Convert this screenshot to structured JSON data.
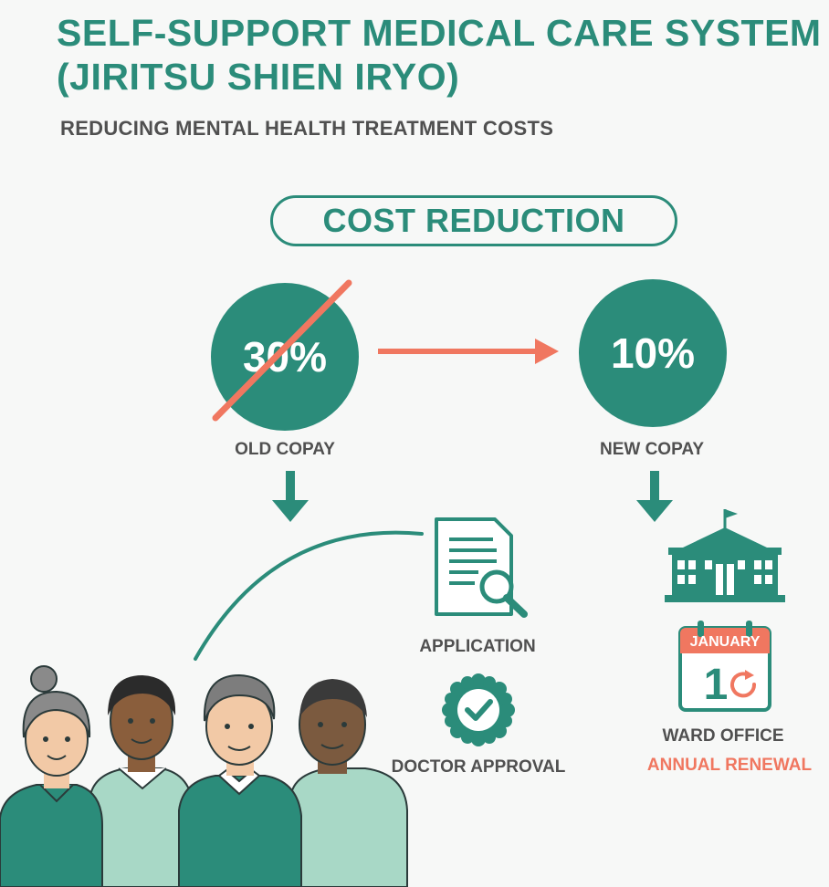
{
  "header": {
    "title_line1": "SELF-SUPPORT MEDICAL CARE SYSTEM",
    "title_line2": "(JIRITSU SHIEN IRYO)",
    "subtitle": "REDUCING MENTAL HEALTH TREATMENT COSTS"
  },
  "cost_reduction": {
    "heading": "COST REDUCTION",
    "old": {
      "value": "30%",
      "label": "OLD COPAY"
    },
    "new": {
      "value": "10%",
      "label": "NEW COPAY"
    }
  },
  "steps": {
    "application": "APPLICATION",
    "doctor_approval": "DOCTOR APPROVAL",
    "calendar_month": "JANUARY",
    "calendar_day": "1",
    "ward_office": "WARD OFFICE",
    "annual_renewal": "ANNUAL RENEWAL"
  },
  "colors": {
    "teal": "#2b8c7a",
    "light_teal": "#a8d8c6",
    "coral": "#f07760",
    "dark_text": "#505050"
  },
  "icons": [
    "document-search-icon",
    "checkmark-badge-icon",
    "building-icon",
    "calendar-renew-icon",
    "people-illustration"
  ]
}
